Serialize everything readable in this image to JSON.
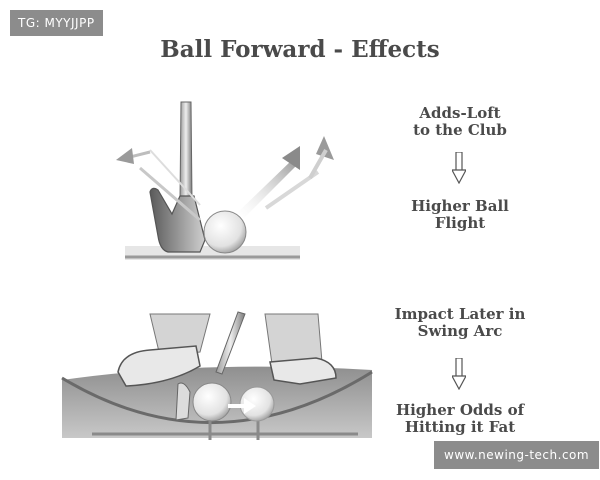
{
  "watermark_top": "TG: MYYJJPP",
  "watermark_bottom": "www.newing-tech.com",
  "title": "Ball Forward - Effects",
  "effects_top": {
    "cause_line1": "Adds-Loft",
    "cause_line2": "to the Club",
    "result_line1": "Higher Ball",
    "result_line2": "Flight"
  },
  "effects_bottom": {
    "cause_line1": "Impact Later in",
    "cause_line2": "Swing Arc",
    "result_line1": "Higher Odds of",
    "result_line2": "Hitting it Fat"
  },
  "colors": {
    "text": "#4a4a4a",
    "badge_bg": "#8c8c8c",
    "illustration": "#6e6e6e"
  }
}
